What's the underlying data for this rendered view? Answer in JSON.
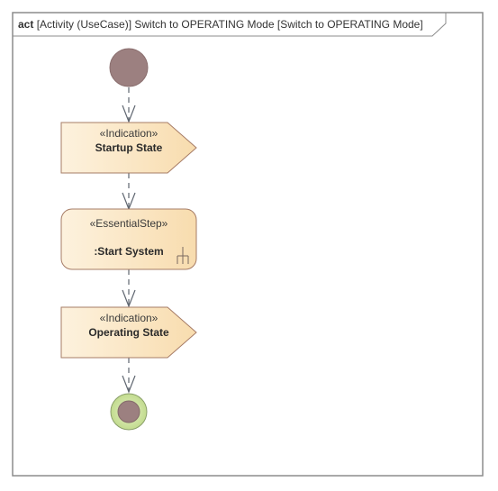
{
  "frame": {
    "keyword": "act",
    "title": "[Activity (UseCase)] Switch to OPERATING Mode [Switch to OPERATING Mode]"
  },
  "nodes": {
    "startup": {
      "stereotype": "«Indication»",
      "name": "Startup State"
    },
    "essential": {
      "stereotype": "«EssentialStep»",
      "name": ":Start System"
    },
    "operating": {
      "stereotype": "«Indication»",
      "name": "Operating State"
    }
  },
  "colors": {
    "frame_border": "#8c8c8c",
    "node_fill_light": "#fdf1dc",
    "node_fill_dark": "#f8dfb2",
    "node_border": "#a67c66",
    "initial_node": "#9c8080",
    "final_outer": "#cfe3a7",
    "final_inner": "#9c8080",
    "edge": "#5f6670"
  },
  "icons": {
    "essential_step_marker": "rake-icon"
  }
}
